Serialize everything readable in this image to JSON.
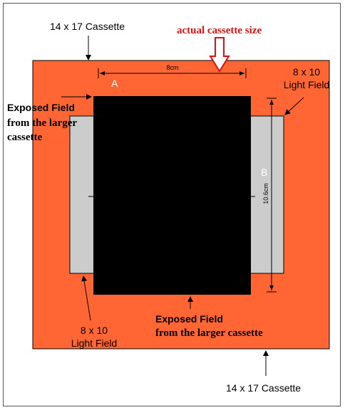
{
  "labels": {
    "cassette_top": "14 x 17 Cassette",
    "cassette_bottom": "14 x 17 Cassette",
    "actual_size": "actual cassette size",
    "dim_width": "8cm",
    "dim_height": "10.6cm",
    "letter_a": "A",
    "letter_b": "B",
    "light_field_right": [
      "8 x 10",
      "Light Field"
    ],
    "light_field_left": [
      "8 x 10",
      "Light Field"
    ],
    "exposed_field_left": [
      "Exposed Field",
      "from the larger",
      "cassette"
    ],
    "exposed_field_bottom": [
      "Exposed Field",
      "from the larger cassette"
    ]
  },
  "colors": {
    "cassette": "#ff6633",
    "light_field": "#cccccc",
    "exposed_field": "#000000",
    "red_accent": "#dd1111"
  },
  "icons": [
    "down-arrow-icon",
    "hollow-down-arrow-icon"
  ]
}
